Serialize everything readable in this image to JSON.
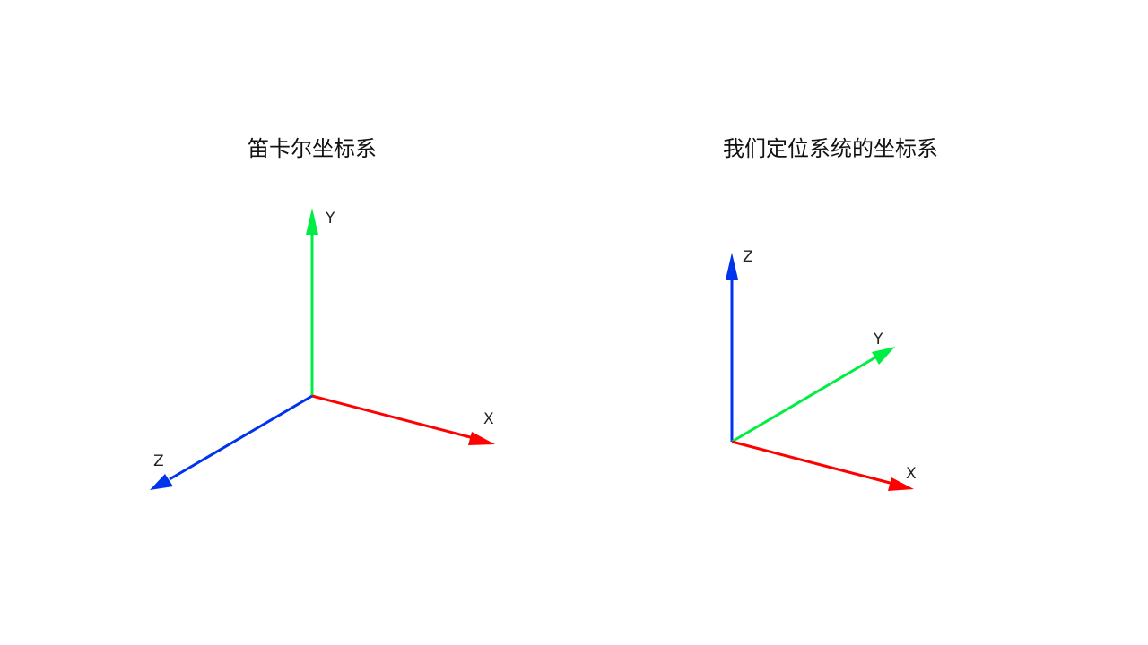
{
  "diagrams": [
    {
      "title": "笛卡尔坐标系",
      "axes": [
        {
          "label": "X",
          "color": "#ff0000"
        },
        {
          "label": "Y",
          "color": "#00ee44"
        },
        {
          "label": "Z",
          "color": "#0033ee"
        }
      ]
    },
    {
      "title": "我们定位系统的坐标系",
      "axes": [
        {
          "label": "X",
          "color": "#ff0000"
        },
        {
          "label": "Y",
          "color": "#00ee44"
        },
        {
          "label": "Z",
          "color": "#0033ee"
        }
      ]
    }
  ]
}
